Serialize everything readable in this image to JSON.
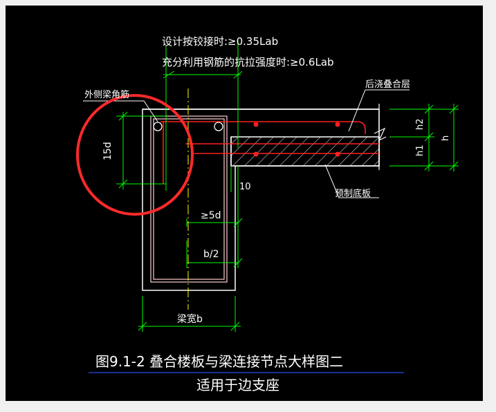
{
  "annotations": {
    "design_hinged": "设计按铰接时:≥0.35Lab",
    "full_strength": "充分利用钢筋的抗拉强度时:≥0.6Lab",
    "outer_corner_bar": "外侧梁角筋",
    "cast_in_place_layer": "后浇叠合层",
    "precast_slab": "预制底板",
    "dim_15d": "15d",
    "dim_10": "10",
    "dim_5d": "≥5d",
    "dim_b2": "b/2",
    "dim_beam_width": "梁宽b",
    "dim_h2": "h2",
    "dim_h1": "h1",
    "dim_h": "h"
  },
  "caption": {
    "line1": "图9.1-2  叠合楼板与梁连接节点大样图二",
    "line2": "适用于边支座"
  },
  "colors": {
    "background": "#000000",
    "frame": "#f0f0f0",
    "dimension_lines": "#00ff00",
    "concrete_outline": "#ffffff",
    "reinforcement": "#ff2020",
    "stirrup": "#ffd0d0",
    "highlight_circle": "#ff2a2a",
    "caption_underline": "#2040c0",
    "centerline": "#ffff00"
  }
}
